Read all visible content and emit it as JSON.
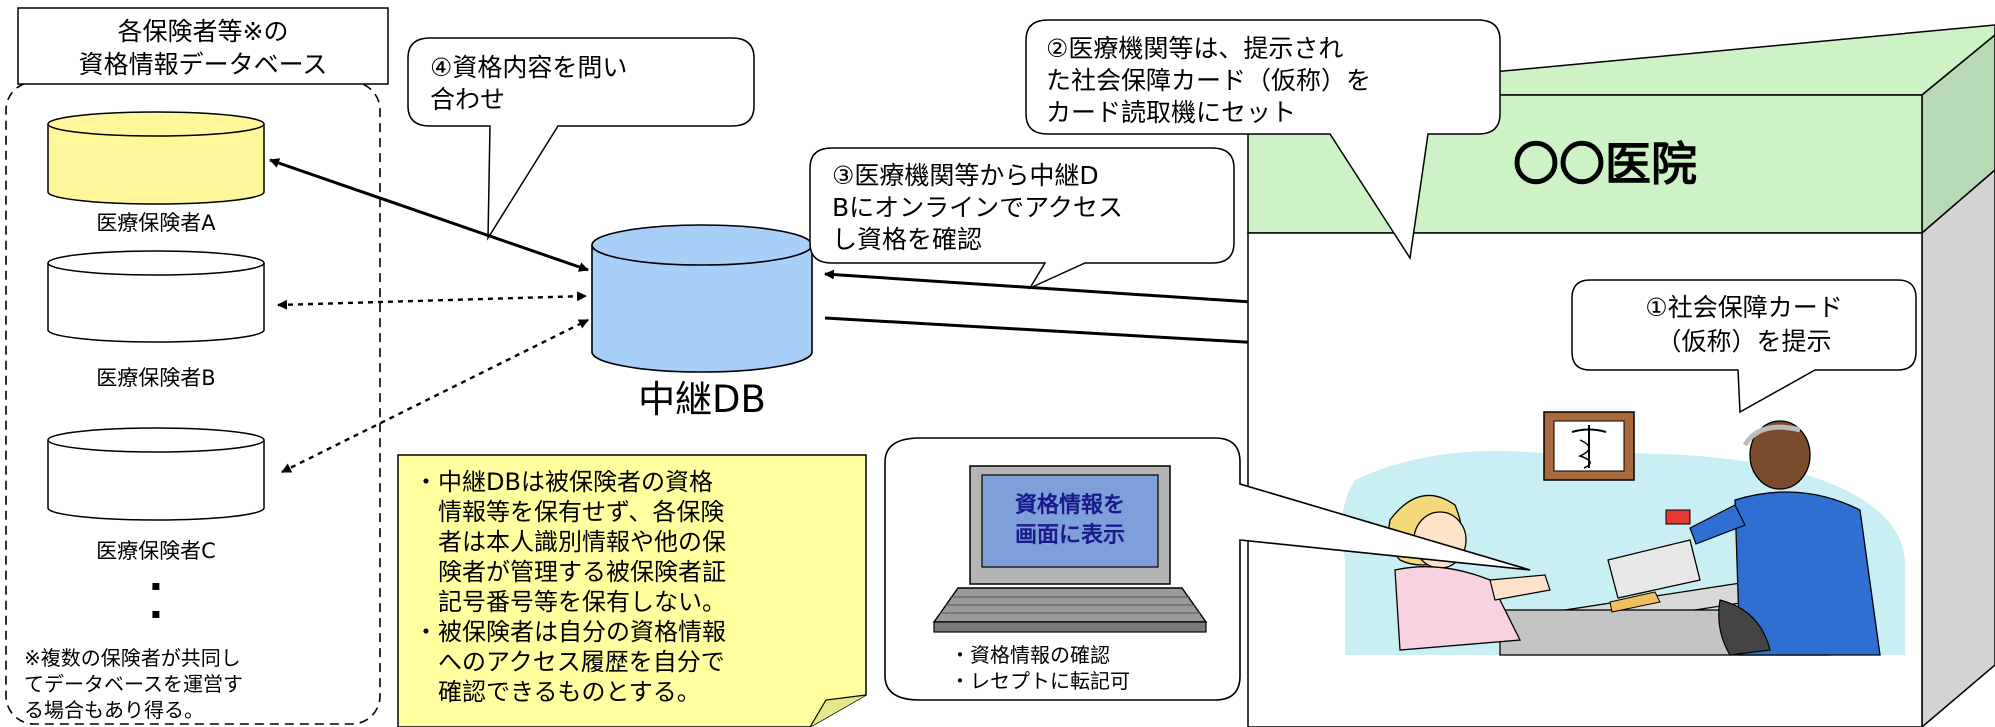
{
  "left_panel": {
    "title_line1": "各保険者等※の",
    "title_line2": "資格情報データベース",
    "db_labels": [
      "医療保険者A",
      "医療保険者B",
      "医療保険者C"
    ],
    "ellipsis_dots": [
      "▪",
      "▪"
    ],
    "footnote_lines": [
      "※複数の保険者が共同し",
      "てデータベースを運営す",
      "る場合もあり得る。"
    ]
  },
  "relay_db": {
    "label": "中継DB"
  },
  "callouts": {
    "step4": [
      "④資格内容を問い",
      "合わせ"
    ],
    "step3": [
      "③医療機関等から中継D",
      "Bにオンラインでアクセス",
      "し資格を確認"
    ],
    "step2": [
      "②医療機関等は、提示され",
      "た社会保障カード（仮称）を",
      "カード読取機にセット"
    ],
    "step1": [
      "①社会保障カード",
      "（仮称）を提示"
    ]
  },
  "note": {
    "lines": [
      "・中継DBは被保険者の資格",
      "　情報等を保有せず、各保険",
      "　者は本人識別情報や他の保",
      "　険者が管理する被保険者証",
      "　記号番号等を保有しない。",
      "・被保険者は自分の資格情報",
      "　へのアクセス履歴を自分で",
      "　確認できるものとする。"
    ]
  },
  "laptop": {
    "screen_lines": [
      "資格情報を",
      "画面に表示"
    ],
    "caption_lines": [
      "・資格情報の確認",
      "・レセプトに転記可"
    ]
  },
  "clinic": {
    "sign": "〇〇医院"
  },
  "colors": {
    "db_a": "#fff799",
    "relay_db": "#a8cff7",
    "clinic_green": "#ccf2c6",
    "clinic_side": "#b7d9b3",
    "note_yellow": "#ffffa0",
    "laptop_screen": "#7f9fd9"
  }
}
